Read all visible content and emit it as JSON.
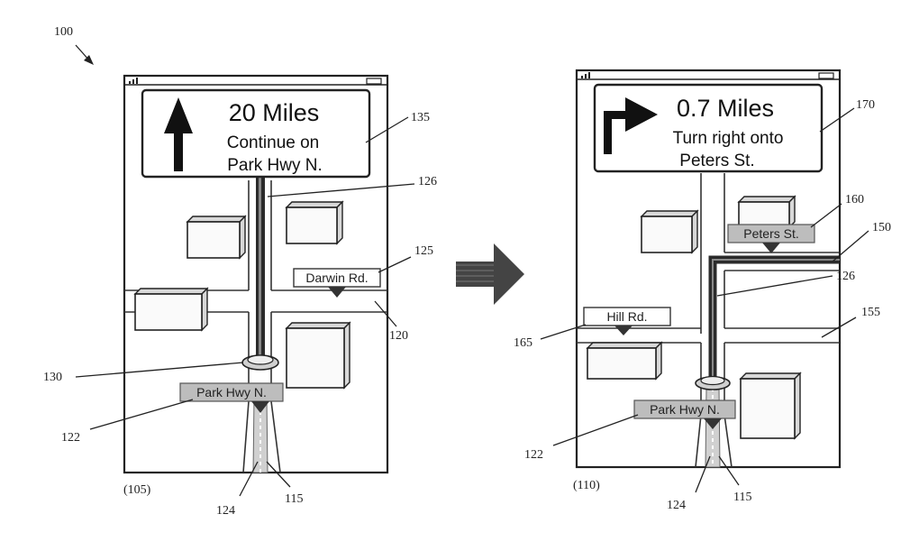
{
  "figure": {
    "ref_figure": "100",
    "arrow_between": "right-arrow-icon"
  },
  "left_screen": {
    "caption": "(105)",
    "sign": {
      "distance": "20 Miles",
      "line1": "Continue on",
      "line2": "Park Hwy N.",
      "direction_icon": "arrow-up-icon",
      "ref": "135"
    },
    "streets": {
      "current": "Park Hwy N.",
      "cross": "Darwin Rd."
    },
    "refs": {
      "route_line": "126",
      "cross_street_label": "125",
      "intersection": "120",
      "position_marker": "130",
      "current_street_label": "122",
      "road": "124",
      "route_trail": "115"
    }
  },
  "right_screen": {
    "caption": "(110)",
    "sign": {
      "distance": "0.7 Miles",
      "line1": "Turn right onto",
      "line2": "Peters St.",
      "direction_icon": "turn-right-arrow-icon",
      "ref": "170"
    },
    "streets": {
      "current": "Park Hwy N.",
      "turn": "Peters St.",
      "cross": "Hill Rd."
    },
    "refs": {
      "turn_street_label": "160",
      "turn_route": "150",
      "route_line": "126",
      "intersection": "155",
      "cross_street_label": "165",
      "current_street_label": "122",
      "road": "124",
      "route_trail": "115"
    }
  },
  "colors": {
    "ink": "#222222",
    "route": "#2a2a2a",
    "label_fill": "#bdbdbd",
    "building_side": "#d8d8d8"
  }
}
